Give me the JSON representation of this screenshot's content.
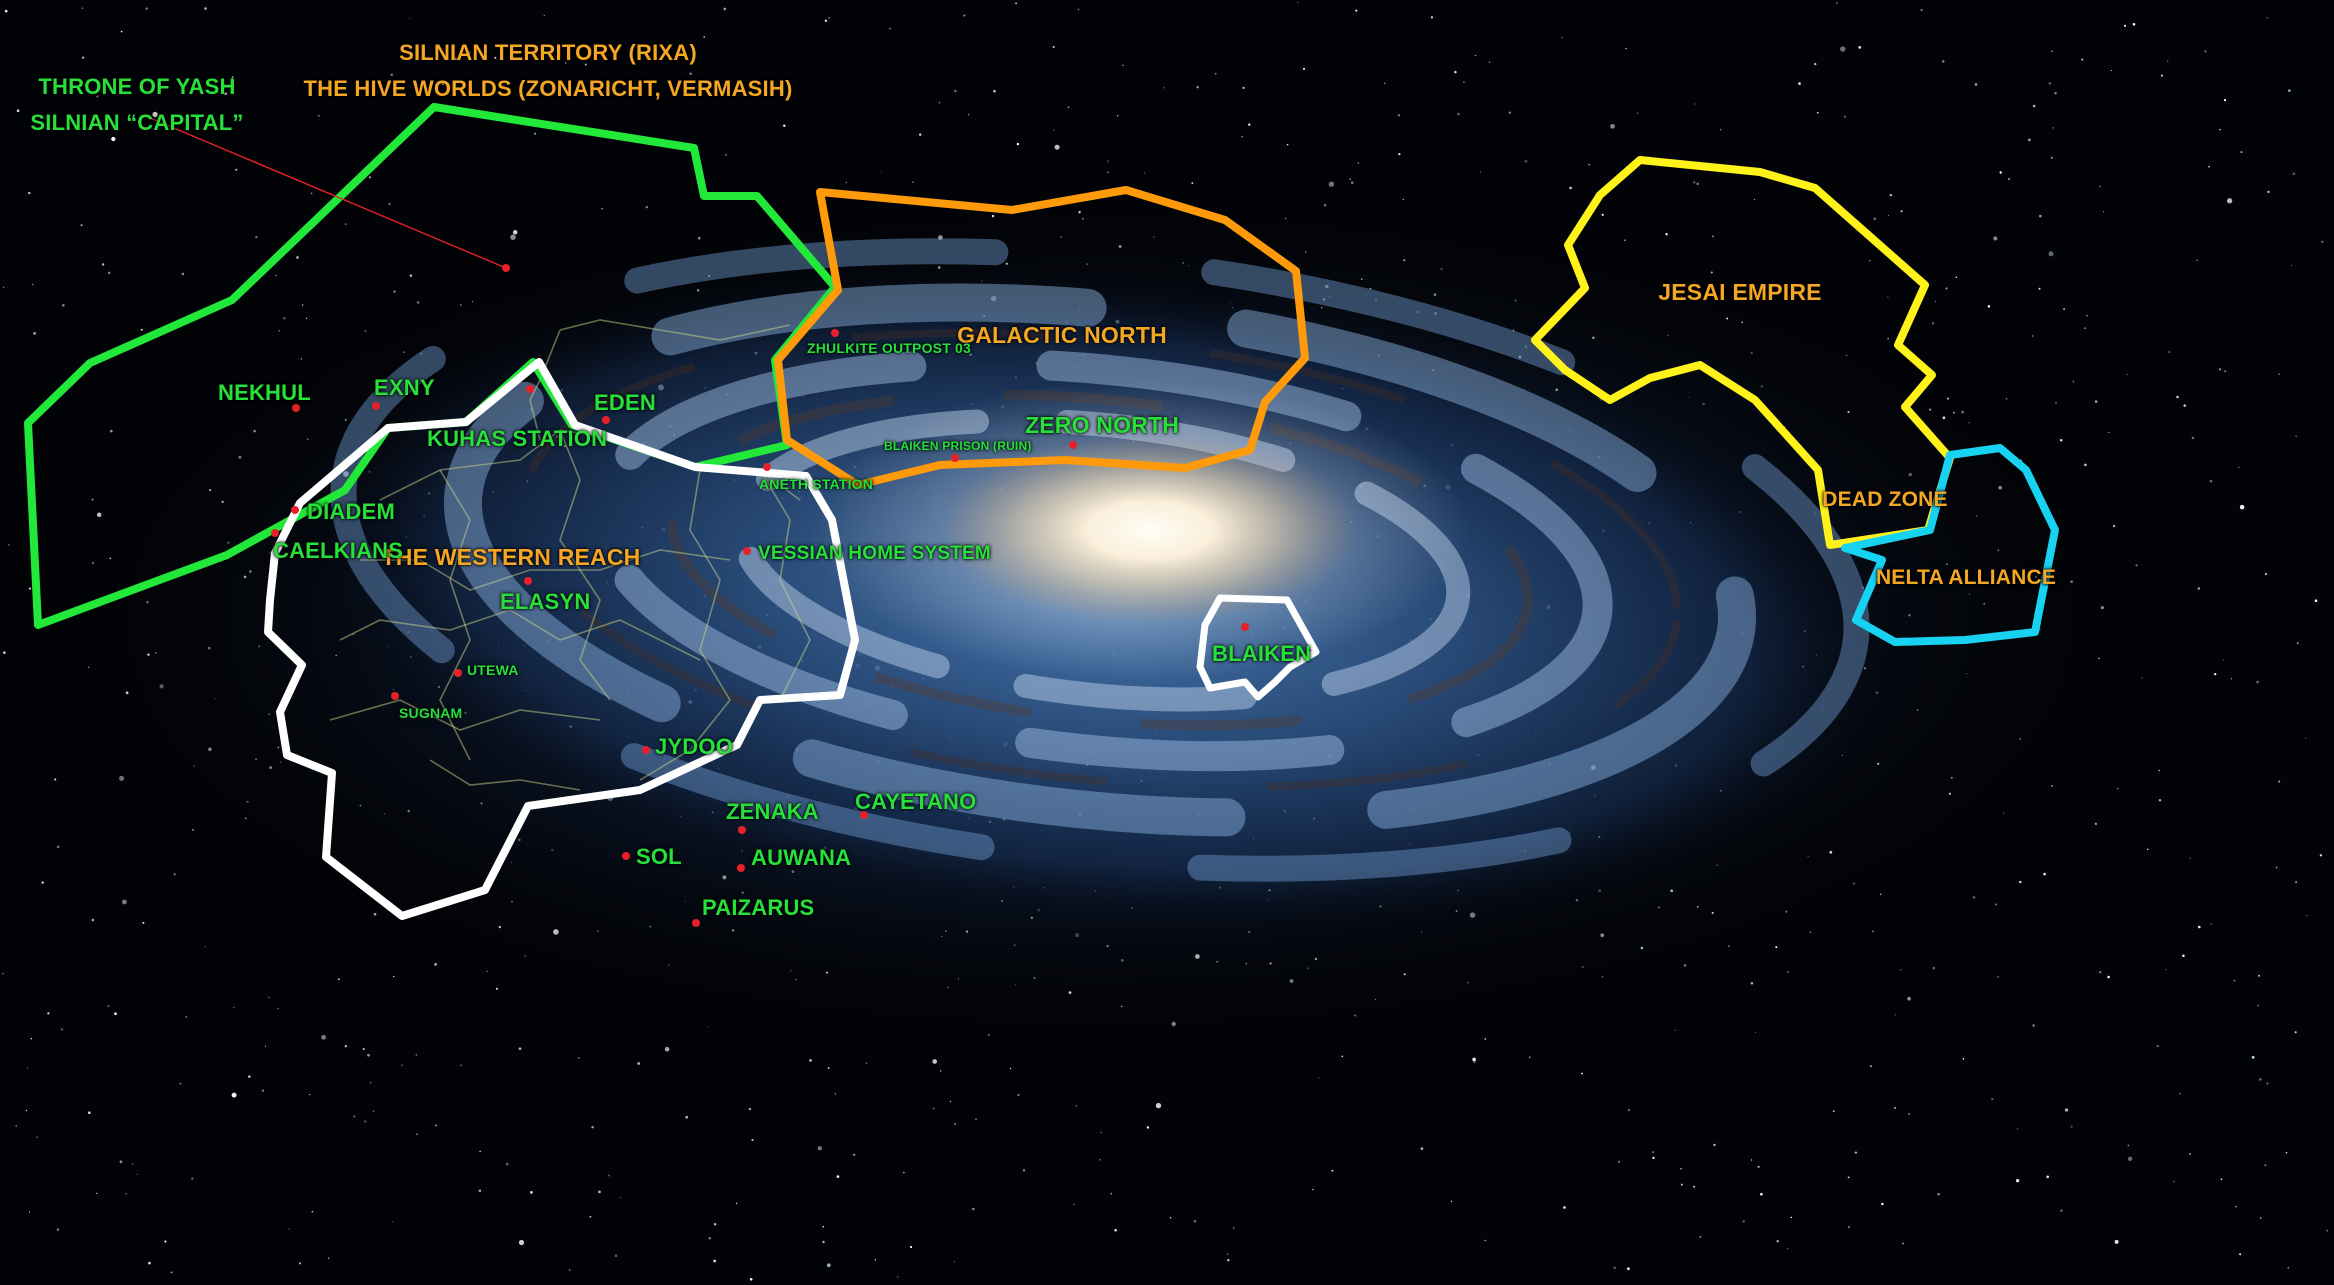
{
  "annotations": {
    "capital_lines": [
      "THRONE OF YASH",
      "SILNIAN “CAPITAL”"
    ],
    "silnian_lines": [
      "SILNIAN TERRITORY (RIXA)",
      "THE HIVE WORLDS (ZONARICHT, VERMASIH)"
    ]
  },
  "regions": {
    "galactic_north": "GALACTIC NORTH",
    "western_reach": "THE WESTERN REACH",
    "jesai_empire": "JESAI EMPIRE",
    "dead_zone": "DEAD ZONE",
    "nelta_alliance": "NELTA ALLIANCE"
  },
  "systems": {
    "nekhul": "NEKHUL",
    "exny": "EXNY",
    "eden": "EDEN",
    "kuhas_station": "KUHAS STATION",
    "diadem": "DIADEM",
    "caelkians": "CAELKIANS",
    "elasyn": "ELASYN",
    "utewa": "UTEWA",
    "sugnam": "SUGNAM",
    "jydoo": "JYDOO",
    "zenaka": "ZENAKA",
    "cayetano": "CAYETANO",
    "sol": "SOL",
    "auwana": "AUWANA",
    "paizarus": "PAIZARUS",
    "zhulkite_outpost": "ZHULKITE OUTPOST 03",
    "blaiken_prison": "BLAIKEN PRISON (RUIN)",
    "zero_north": "ZERO NORTH",
    "aneth_station": "ANETH STATION",
    "vessian_home": "VESSIAN HOME SYSTEM",
    "blaiken": "BLAIKEN"
  },
  "colors": {
    "silnian_border": "#22e83a",
    "north_border": "#ff9a0a",
    "western_border": "#ffffff",
    "jesai_border": "#fff21a",
    "nelta_border": "#18d2f2",
    "system_label": "#27e03a",
    "region_label": "#f5a623",
    "system_marker": "#e8202a"
  }
}
